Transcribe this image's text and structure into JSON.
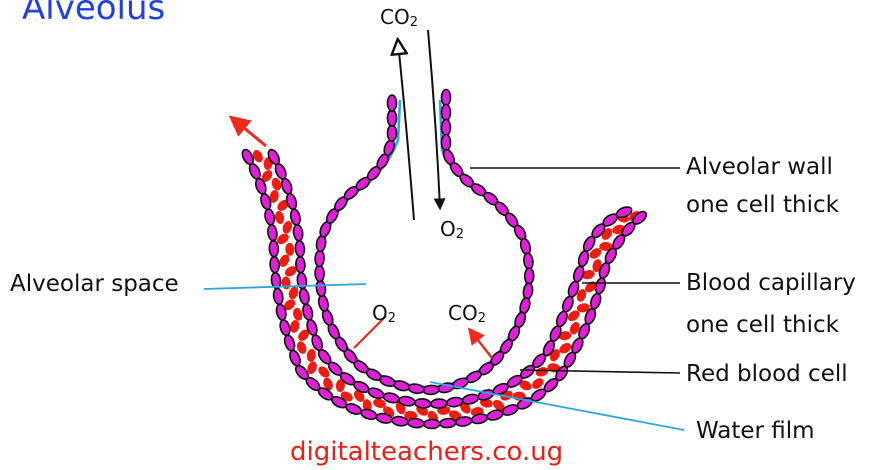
{
  "title": "Alveolus",
  "labels": {
    "alveolar_wall_1": "Alveolar wall",
    "alveolar_wall_2": "one cell thick",
    "blood_capillary_1": "Blood capillary",
    "blood_capillary_2": "one cell thick",
    "red_blood_cell": "Red blood cell",
    "water_film": "Water film",
    "alveolar_space": "Alveolar space"
  },
  "gases": {
    "co2_top": "CO",
    "o2_top": "O",
    "o2_bottom": "O",
    "co2_bottom": "CO",
    "subscript": "2"
  },
  "footer": "digitalteachers.co.ug",
  "colors": {
    "title": "#1f3fe0",
    "footer": "#e8201a",
    "cell_fill": "#e020d8",
    "red_cell": "#ee1c12",
    "water_film": "#2aa6e0",
    "arrow_red": "#ee2a1a"
  }
}
